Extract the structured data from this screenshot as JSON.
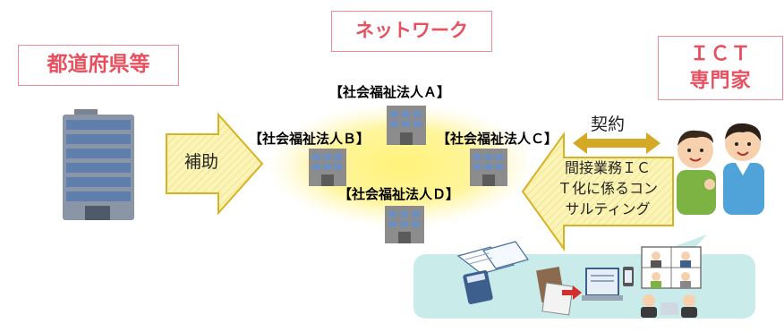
{
  "labels": {
    "prefecture": "都道府県等",
    "network": "ネットワーク",
    "ict_line1": "ＩＣＴ",
    "ict_line2": "専門家"
  },
  "corporations": {
    "a": "【社会福祉法人Ａ】",
    "b": "【社会福祉法人Ｂ】",
    "c": "【社会福祉法人Ｃ】",
    "d": "【社会福祉法人Ｄ】"
  },
  "arrows": {
    "subsidy": "補助",
    "contract": "契約",
    "consulting_lines": [
      "間接業務ＩＣ",
      "Ｔ化に係るコン",
      "サルティング"
    ]
  },
  "colors": {
    "accent_text": "#e8505f",
    "accent_border": "#f08c9a",
    "arrow_fill": "#fbf3b5",
    "arrow_stroke": "#d9b223",
    "network_glow": "#fff27a",
    "contract_arrow": "#d4a925",
    "bubble_fill": "#c9ecea"
  },
  "icons": [
    "office-building-icon",
    "facility-building-icon",
    "consultants-icon",
    "documents-icon",
    "calculator-icon",
    "computer-icon",
    "video-meeting-icon"
  ]
}
